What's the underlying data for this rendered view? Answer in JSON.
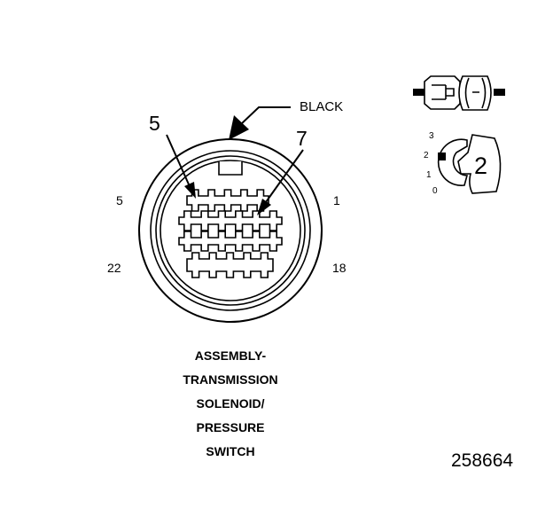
{
  "color_label": "BLACK",
  "callouts": {
    "left": "5",
    "right": "7"
  },
  "pins": {
    "top_left": "5",
    "top_right": "1",
    "bottom_left": "22",
    "bottom_right": "18"
  },
  "caption_lines": [
    "ASSEMBLY-",
    "TRANSMISSION",
    "SOLENOID/",
    "PRESSURE",
    "SWITCH"
  ],
  "inset": {
    "scale": [
      "3",
      "2",
      "1",
      "0"
    ],
    "position_number": "2"
  },
  "figure_number": "258664"
}
